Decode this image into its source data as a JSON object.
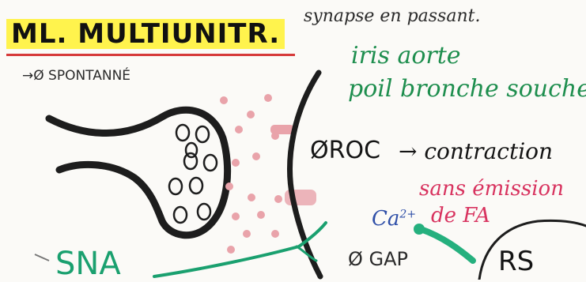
{
  "title": "ML. MULTIUNITR.",
  "subtitle": "synapse en passant.",
  "examples_line1": "iris aorte",
  "examples_line2": "poil bronche souche",
  "spontaneous": "→Ø SPONTANNÉ",
  "roc": "ØROC",
  "roc_result": "→ contraction",
  "no_ap_line1": "sans émission",
  "no_ap_line2": "de FA",
  "calcium": "Ca",
  "calcium_charge": "2+",
  "gap": "Ø GAP",
  "sna": "SNA",
  "rs": "RS",
  "colors": {
    "highlight": "#fff34d",
    "underline": "#d63a3a",
    "green_text": "#1e8e4e",
    "pink_text": "#d8335f",
    "blue_text": "#2f4fa8",
    "vesicle_dots": "#e9a3aa",
    "nerve": "#1aa06f"
  }
}
